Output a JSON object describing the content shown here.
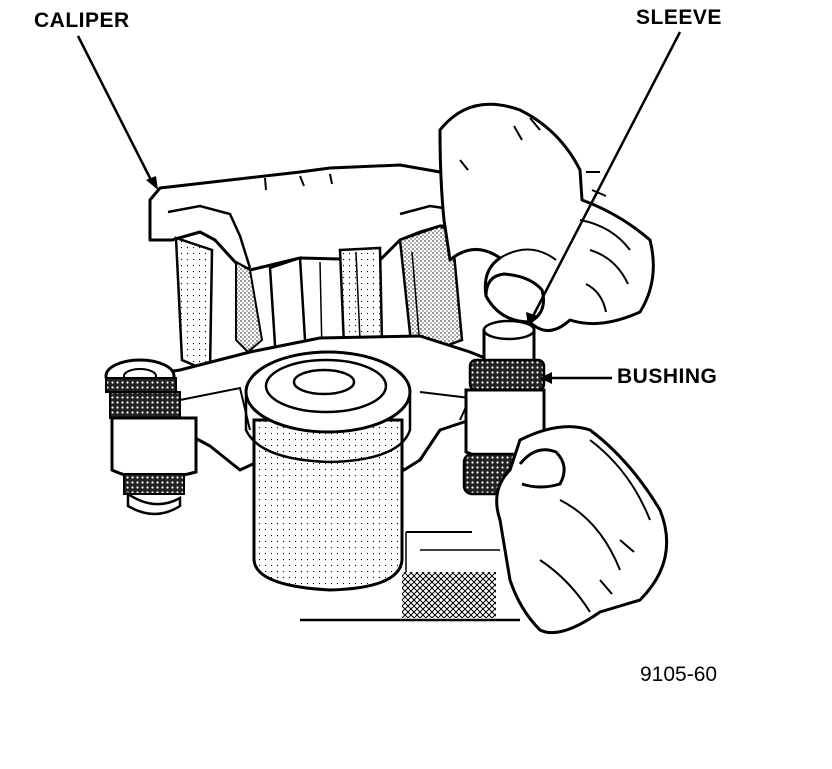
{
  "labels": {
    "caliper": "CALIPER",
    "sleeve": "SLEEVE",
    "bushing": "BUSHING"
  },
  "figure_number": "9105-60",
  "colors": {
    "ink": "#000000",
    "paper": "#ffffff",
    "shade": "#d9d9d9"
  }
}
